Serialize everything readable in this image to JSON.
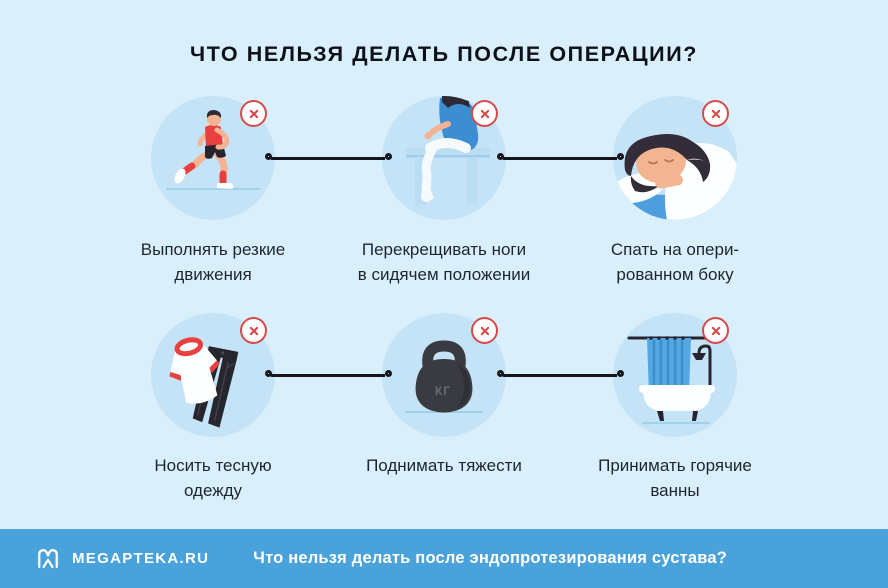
{
  "title": "ЧТО НЕЛЬЗЯ ДЕЛАТЬ ПОСЛЕ ОПЕРАЦИИ?",
  "items": [
    {
      "id": "sharp-movements",
      "icon": "running-man-illustration",
      "caption_lines": [
        "Выполнять резкие",
        "движения"
      ]
    },
    {
      "id": "cross-legs",
      "icon": "crossed-legs-sitting-illustration",
      "caption_lines": [
        "Перекрещивать ноги",
        "в сидячем положении"
      ]
    },
    {
      "id": "sleep-on-operated-side",
      "icon": "sleeping-on-side-illustration",
      "caption_lines": [
        "Спать на опери-",
        "рованном боку"
      ]
    },
    {
      "id": "tight-clothes",
      "icon": "tshirt-and-jeans-illustration",
      "caption_lines": [
        "Носить тесную",
        "одежду"
      ]
    },
    {
      "id": "lift-weights",
      "icon": "kettlebell-illustration",
      "caption_lines": [
        "Поднимать тяжести",
        ""
      ]
    },
    {
      "id": "hot-baths",
      "icon": "bathtub-shower-illustration",
      "caption_lines": [
        "Принимать горячие",
        "ванны"
      ]
    }
  ],
  "kettlebell_label": "КГ",
  "badge_icon": "prohibited-x-icon",
  "footer": {
    "brand": "MEGAPTEKA.RU",
    "tagline": "Что нельзя делать после эндопротезирования сустава?"
  },
  "colors": {
    "background": "#d9f0fc",
    "circle_fill": "#c5e3f7",
    "accent_red": "#d84a4a",
    "connector_black": "#15151c",
    "title_text": "#0d1016",
    "caption_text": "#1f252e",
    "footer_background": "#4aa2da",
    "footer_text": "#ffffff"
  }
}
